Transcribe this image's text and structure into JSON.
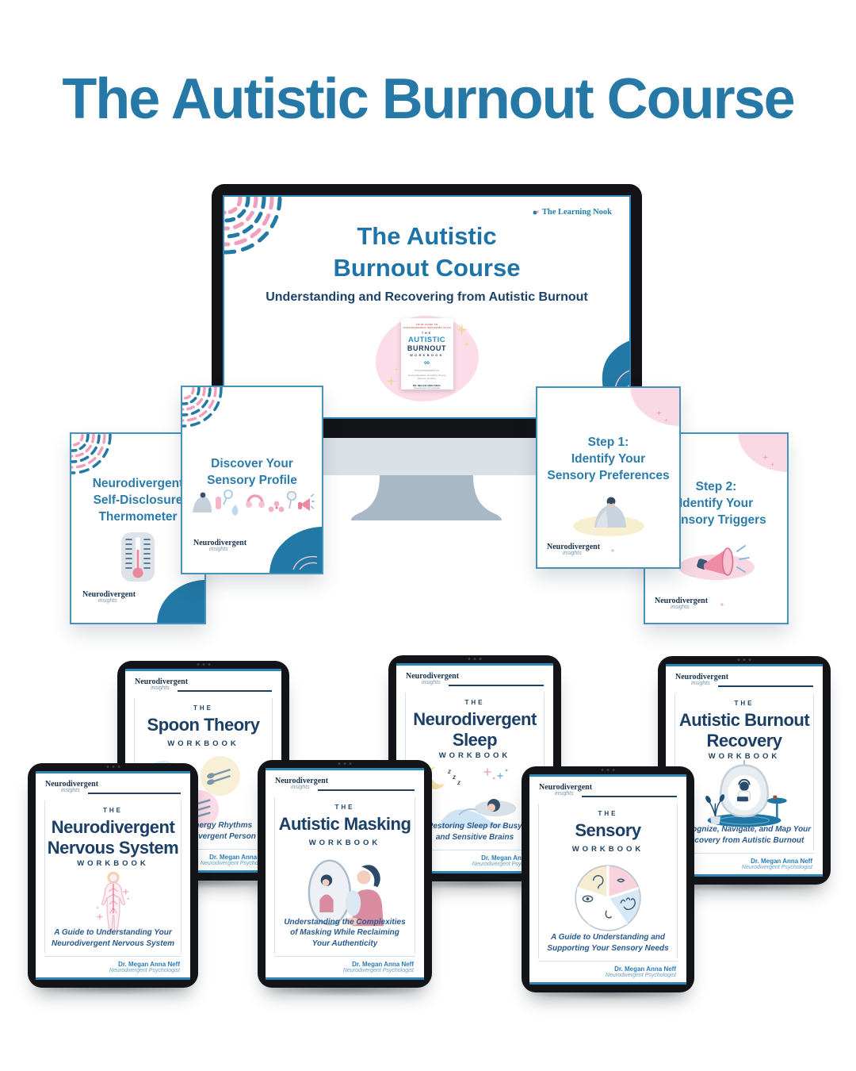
{
  "page": {
    "title": "The Autistic Burnout Course"
  },
  "brand": {
    "logo_name": "Neurodivergent",
    "logo_sub": "insights"
  },
  "author": {
    "name": "Dr. Megan Anna Neff",
    "title": "Neurodivergent Psychologist"
  },
  "monitor": {
    "badge": "The Learning Nook",
    "title1": "The Autistic",
    "title2": "Burnout Course",
    "subtitle": "Understanding and Recovering from Autistic Burnout",
    "cover": {
      "tag1": "YOUR GUIDE TO",
      "tag2": "YOUR PERSONAL RECOVERY PLAN",
      "the": "THE",
      "w1": "AUTISTIC",
      "w2": "BURNOUT",
      "w3": "WORKBOOK",
      "inf": "∞",
      "note1": "WITH WORKSHEETS ON",
      "note2": "Sensory Regulation, Unmasking, Burnout Recovery, and More",
      "auth": "DR. MEGAN ANNA NEFF",
      "auth_sub": "Neurodivergent Psychologist"
    }
  },
  "handouts": [
    {
      "lines": [
        "Neurodivergent",
        "Self-Disclosure",
        "Thermometer"
      ]
    },
    {
      "lines": [
        "Discover Your",
        "Sensory Profile"
      ]
    },
    {
      "lines": [
        "Step 1:",
        "Identify Your",
        "Sensory Preferences"
      ]
    },
    {
      "lines": [
        "Step 2:",
        "Identify Your",
        "Sensory Triggers"
      ]
    }
  ],
  "workbooks": [
    {
      "the": "THE",
      "title_lines": [
        "Spoon Theory"
      ],
      "workbook": "WORKBOOK",
      "subtitle_lines": [
        "Mapping Energy Rhythms",
        "as a Neurodivergent Person"
      ]
    },
    {
      "the": "THE",
      "title_lines": [
        "Neurodivergent",
        "Sleep"
      ],
      "workbook": "WORKBOOK",
      "subtitle_lines": [
        "Restoring Sleep for Busy",
        "and Sensitive Brains"
      ]
    },
    {
      "the": "THE",
      "title_lines": [
        "Autistic Burnout",
        "Recovery"
      ],
      "workbook": "WORKBOOK",
      "subtitle_lines": [
        "Recognize, Navigate, and Map Your",
        "Recovery from Autistic Burnout"
      ]
    },
    {
      "the": "THE",
      "title_lines": [
        "Neurodivergent",
        "Nervous System"
      ],
      "workbook": "WORKBOOK",
      "subtitle_lines": [
        "A Guide to Understanding Your",
        "Neurodivergent Nervous System"
      ]
    },
    {
      "the": "THE",
      "title_lines": [
        "Autistic Masking"
      ],
      "workbook": "WORKBOOK",
      "subtitle_lines": [
        "Understanding the Complexities",
        "of Masking While Reclaiming",
        "Your Authenticity"
      ]
    },
    {
      "the": "THE",
      "title_lines": [
        "Sensory"
      ],
      "workbook": "WORKBOOK",
      "subtitle_lines": [
        "A Guide to Understanding and",
        "Supporting Your Sensory Needs"
      ]
    }
  ],
  "colors": {
    "title_blue": "#2679a7",
    "navy": "#1c3f66",
    "accent_blue": "#2e86b8",
    "blob_blue": "#2279a5",
    "pink": "#f9d9e4",
    "pink_strong": "#ee8aa4",
    "cream": "#f7f0d6"
  }
}
